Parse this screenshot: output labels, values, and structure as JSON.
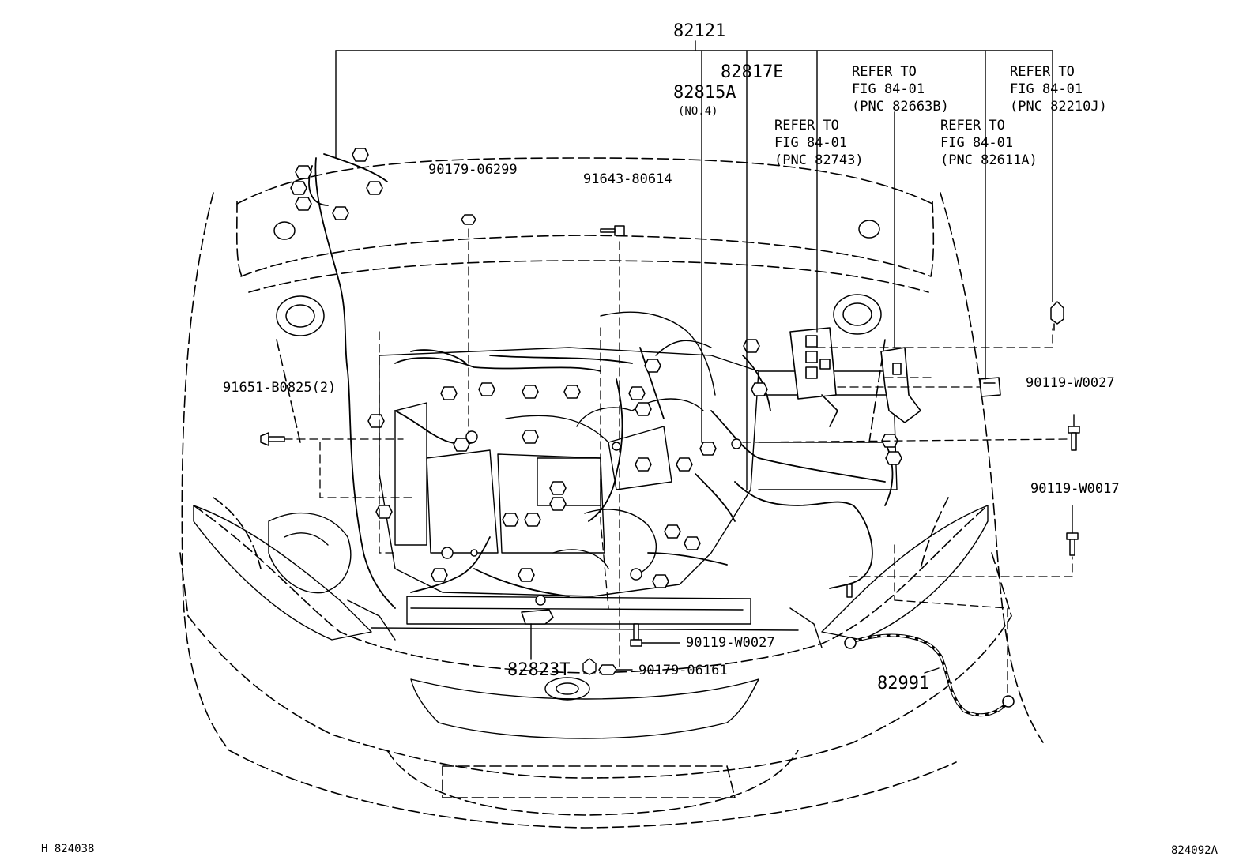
{
  "labels": {
    "p82121": "82121",
    "p82817E": "82817E",
    "p82815A": "82815A",
    "no4": "(NO.4)",
    "p90179_06299": "90179-06299",
    "p91643_80614": "91643-80614",
    "p91651_B0825": "91651-B0825(2)",
    "p90119_W0027_r": "90119-W0027",
    "p90119_W0017": "90119-W0017",
    "p90119_W0027_b": "90119-W0027",
    "p90179_06161": "90179-06161",
    "p82823T": "82823T",
    "p82991": "82991",
    "code_left": "H 824038",
    "code_right": "824092A"
  },
  "refs": {
    "r82743": [
      "REFER TO",
      "FIG 84-01",
      "(PNC 82743)"
    ],
    "r82663B": [
      "REFER TO",
      "FIG 84-01",
      "(PNC 82663B)"
    ],
    "r82611A": [
      "REFER TO",
      "FIG 84-01",
      "(PNC 82611A)"
    ],
    "r82210J": [
      "REFER TO",
      "FIG 84-01",
      "(PNC 82210J)"
    ]
  }
}
